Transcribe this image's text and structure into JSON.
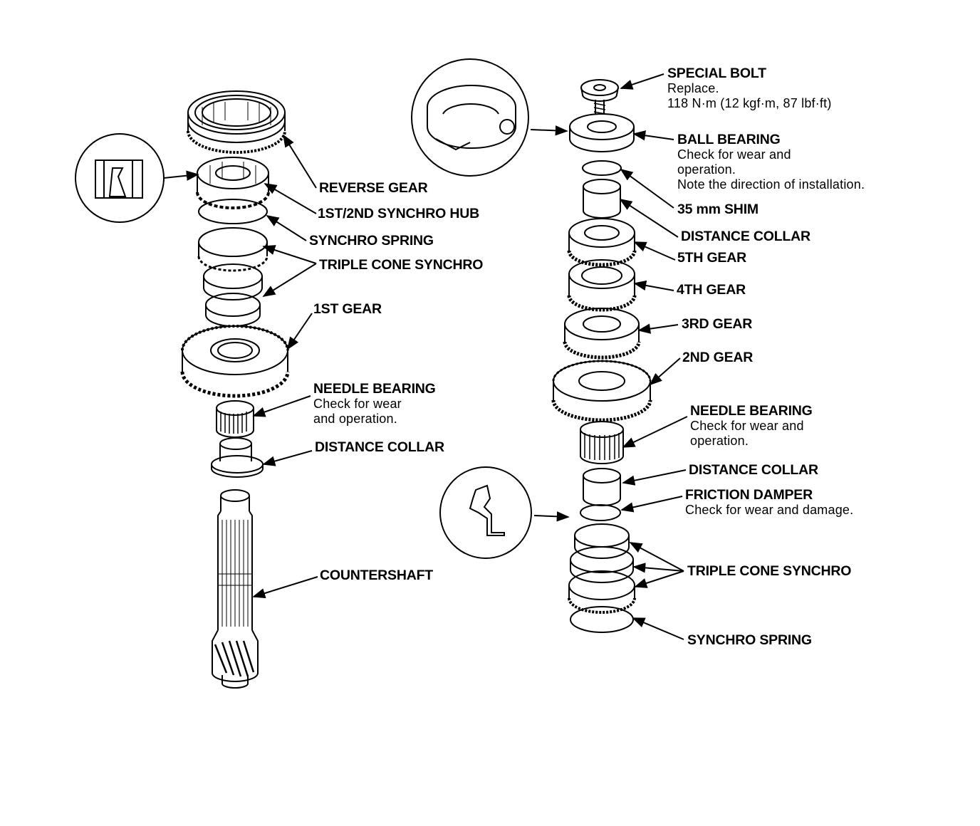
{
  "labels": {
    "reverse_gear": {
      "title": "REVERSE GEAR"
    },
    "synchro_hub": {
      "title": "1ST/2ND SYNCHRO HUB"
    },
    "synchro_spring_left": {
      "title": "SYNCHRO SPRING"
    },
    "triple_cone_left": {
      "title": "TRIPLE CONE SYNCHRO"
    },
    "first_gear": {
      "title": "1ST GEAR"
    },
    "needle_bearing_left": {
      "title": "NEEDLE BEARING",
      "note1": "Check for wear",
      "note2": "and operation."
    },
    "distance_collar_left": {
      "title": "DISTANCE COLLAR"
    },
    "countershaft": {
      "title": "COUNTERSHAFT"
    },
    "special_bolt": {
      "title": "SPECIAL BOLT",
      "note1": "Replace.",
      "note2": "118 N·m (12 kgf·m, 87 lbf·ft)"
    },
    "ball_bearing": {
      "title": "BALL BEARING",
      "note1": "Check for wear and",
      "note2": "operation.",
      "note3": "Note the direction of installation."
    },
    "shim": {
      "title": "35 mm SHIM"
    },
    "distance_collar_upper": {
      "title": "DISTANCE COLLAR"
    },
    "fifth_gear": {
      "title": "5TH GEAR"
    },
    "fourth_gear": {
      "title": "4TH GEAR"
    },
    "third_gear": {
      "title": "3RD GEAR"
    },
    "second_gear": {
      "title": "2ND GEAR"
    },
    "needle_bearing_right": {
      "title": "NEEDLE BEARING",
      "note1": "Check for wear and",
      "note2": "operation."
    },
    "distance_collar_right": {
      "title": "DISTANCE COLLAR"
    },
    "friction_damper": {
      "title": "FRICTION DAMPER",
      "note1": "Check for wear and damage."
    },
    "triple_cone_right": {
      "title": "TRIPLE CONE SYNCHRO"
    },
    "synchro_spring_right": {
      "title": "SYNCHRO SPRING"
    }
  },
  "colors": {
    "ink": "#000000",
    "paper": "#ffffff"
  }
}
